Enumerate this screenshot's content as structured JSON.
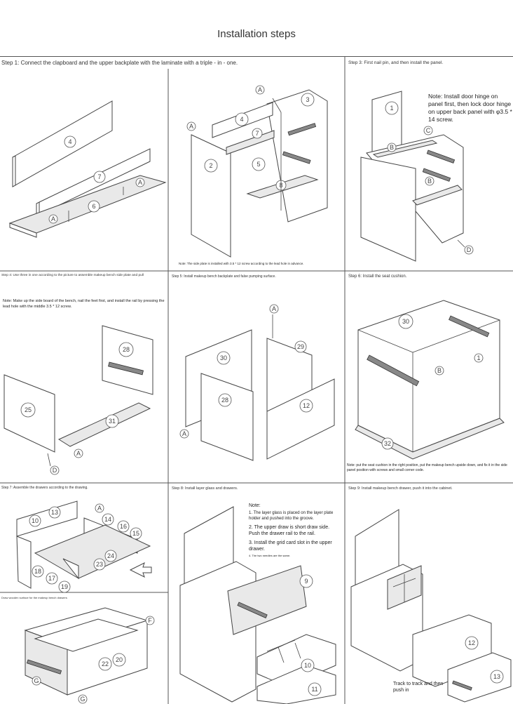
{
  "title": "Installation steps",
  "steps": {
    "s1": {
      "caption": "Step 1: Connect the clapboard and the upper backplate with the laminate with a triple - in - one.",
      "labels": [
        "4",
        "7",
        "6",
        "A",
        "A"
      ]
    },
    "s2": {
      "caption": "",
      "note": "Note: The side plate is installed with 3.5 * 12 screw according to the lead hole in advance.",
      "labels": [
        "A",
        "3",
        "A",
        "4",
        "2",
        "5",
        "7",
        "8"
      ]
    },
    "s3": {
      "caption": "Step 3: First nail pin, and then install the panel.",
      "note": "Note: Install door hinge on panel first, then lock door hinge on upper back panel with φ3.5 * 14 screw.",
      "labels": [
        "1",
        "B",
        "C",
        "B",
        "D"
      ]
    },
    "s4": {
      "caption": "Step 4: Use three in one according to the picture to assemble makeup bench side plate and pull",
      "note": "Note: Make up the side board of the bench, nail the feet first, and install the rail by pressing the lead hole with the middle 3.5 * 12 screw.",
      "labels": [
        "25",
        "28",
        "31",
        "A",
        "D"
      ]
    },
    "s5": {
      "caption": "Step 5: Install makeup bench backplate and false pumping surface.",
      "labels": [
        "A",
        "30",
        "29",
        "28",
        "12",
        "A"
      ]
    },
    "s6": {
      "caption": "Step 6: Install the seat cushion.",
      "note": "Note: put the seat cushion in the right position, put the makeup bench upside down, and fix it in the side panel position with screws and small corner code.",
      "labels": [
        "30",
        "1",
        "B",
        "32"
      ]
    },
    "s7": {
      "caption": "Step 7: Assemble the drawers according to the drawing.",
      "caption2": "Draw wooden surface for the makeup bench drawers",
      "labels": [
        "13",
        "A",
        "14",
        "16",
        "15",
        "10",
        "18",
        "17",
        "24",
        "23",
        "19",
        "F",
        "22",
        "20",
        "G",
        "G"
      ]
    },
    "s8": {
      "caption": "Step 8: Install layer glass and drawers.",
      "notes": [
        "Note:",
        "1. The layer glass is placed on the layer plate holder and pushed into the groove.",
        "2. The upper draw is short draw side. Push the drawer rail to the rail.",
        "3. Install the grid card slot in the upper drawer.",
        "4. The two needles are the same."
      ],
      "labels": [
        "9",
        "10",
        "11"
      ]
    },
    "s9": {
      "caption": "Step 9: Install makeup bench drawer, push it into the cabinet.",
      "note": "Track to track and then push in",
      "labels": [
        "12",
        "13"
      ]
    }
  }
}
